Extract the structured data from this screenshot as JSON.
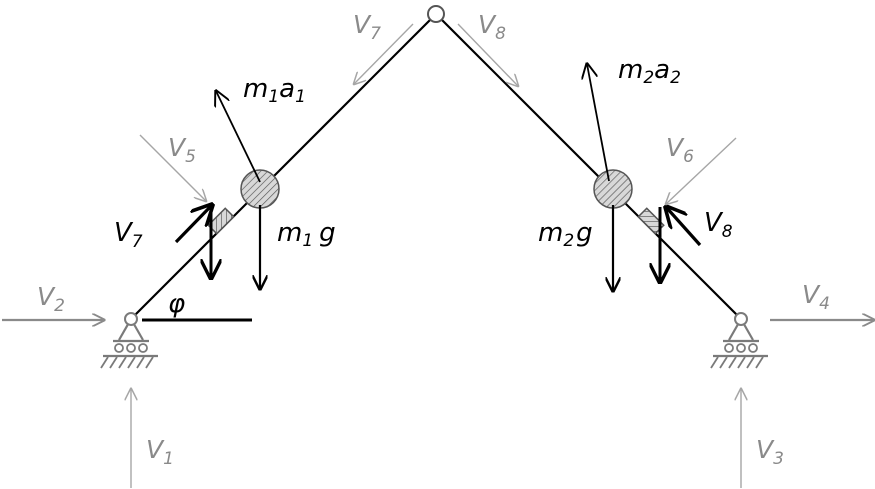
{
  "colors": {
    "bar": "#000000",
    "force_dark": "#000000",
    "force_grey": "#a6a6a6",
    "label_grey": "#8a8a8a",
    "support_grey": "#7a7a7a"
  },
  "labels": {
    "V1": {
      "main": "V",
      "sub": "1"
    },
    "V2": {
      "main": "V",
      "sub": "2"
    },
    "V3": {
      "main": "V",
      "sub": "3"
    },
    "V4": {
      "main": "V",
      "sub": "4"
    },
    "V5": {
      "main": "V",
      "sub": "5"
    },
    "V6": {
      "main": "V",
      "sub": "6"
    },
    "V7_top": {
      "main": "V",
      "sub": "7"
    },
    "V8_top": {
      "main": "V",
      "sub": "8"
    },
    "V7_side": {
      "main": "V",
      "sub": "7"
    },
    "V8_side": {
      "main": "V",
      "sub": "8"
    },
    "m1a1": {
      "m": "m",
      "m_sub": "1",
      "a": "a",
      "a_sub": "1"
    },
    "m2a2": {
      "m": "m",
      "m_sub": "2",
      "a": "a",
      "a_sub": "2"
    },
    "m1g": {
      "m": "m",
      "m_sub": "1",
      "g": "g"
    },
    "m2g": {
      "m": "m",
      "m_sub": "2",
      "g": "g"
    },
    "phi": "φ"
  }
}
